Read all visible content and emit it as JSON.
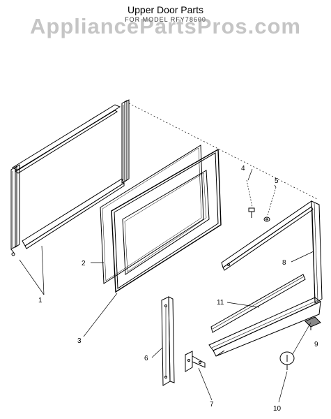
{
  "header": {
    "title": "Upper Door Parts",
    "subtitle": "FOR MODEL RFY78600"
  },
  "watermark": "AppliancePartsPros.com",
  "callouts": [
    "1",
    "2",
    "3",
    "4",
    "5",
    "6",
    "7",
    "8",
    "9",
    "10",
    "11"
  ],
  "colors": {
    "line": "#000000",
    "watermark": "#969696"
  }
}
